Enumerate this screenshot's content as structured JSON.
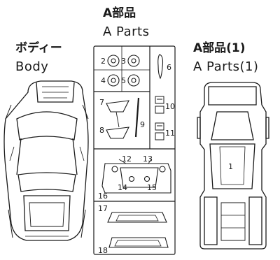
{
  "headings": {
    "center_jp": "A部品",
    "center_en": "A Parts",
    "left_jp": "ボディー",
    "left_en": "Body",
    "right_jp": "A部品(1)",
    "right_en": "A Parts(1)"
  },
  "part_numbers": [
    "1",
    "2",
    "3",
    "4",
    "5",
    "6",
    "7",
    "8",
    "9",
    "10",
    "11",
    "12",
    "13",
    "14",
    "15",
    "16",
    "17",
    "18"
  ]
}
